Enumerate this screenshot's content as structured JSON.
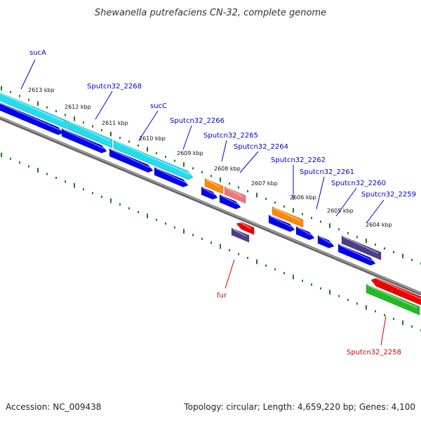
{
  "title": "Shewanella putrefaciens CN-32, complete genome",
  "footer": {
    "accession": "Accession: NC_009438",
    "topology": "Topology: circular; Length: 4,659,220 bp; Genes: 4,100"
  },
  "colors": {
    "label_blue": "#0000cc",
    "label_red": "#cc0000",
    "backbone": "#808080",
    "tick_green": "#1a7a1a",
    "cyan": "#22ddee",
    "blue": "#0000ee",
    "orange": "#ff8800",
    "pink": "#ee7777",
    "slate": "#4a3d8a",
    "red": "#ee0000",
    "green": "#22bb22"
  },
  "kbp_labels": [
    "2613 kbp",
    "2612 kbp",
    "2611 kbp",
    "2610 kbp",
    "2609 kbp",
    "2608 kbp",
    "2607 kbp",
    "2606 kbp",
    "2605 kbp",
    "2604 kbp"
  ],
  "gene_labels": [
    {
      "text": "sucA",
      "color": "blue"
    },
    {
      "text": "Sputcn32_2268",
      "color": "blue"
    },
    {
      "text": "sucC",
      "color": "blue"
    },
    {
      "text": "Sputcn32_2266",
      "color": "blue"
    },
    {
      "text": "Sputcn32_2265",
      "color": "blue"
    },
    {
      "text": "Sputcn32_2264",
      "color": "blue"
    },
    {
      "text": "Sputcn32_2262",
      "color": "blue"
    },
    {
      "text": "Sputcn32_2261",
      "color": "blue"
    },
    {
      "text": "Sputcn32_2260",
      "color": "blue"
    },
    {
      "text": "Sputcn32_2259",
      "color": "blue"
    },
    {
      "text": "fur",
      "color": "red"
    },
    {
      "text": "Sputcn32_2258",
      "color": "red"
    }
  ]
}
